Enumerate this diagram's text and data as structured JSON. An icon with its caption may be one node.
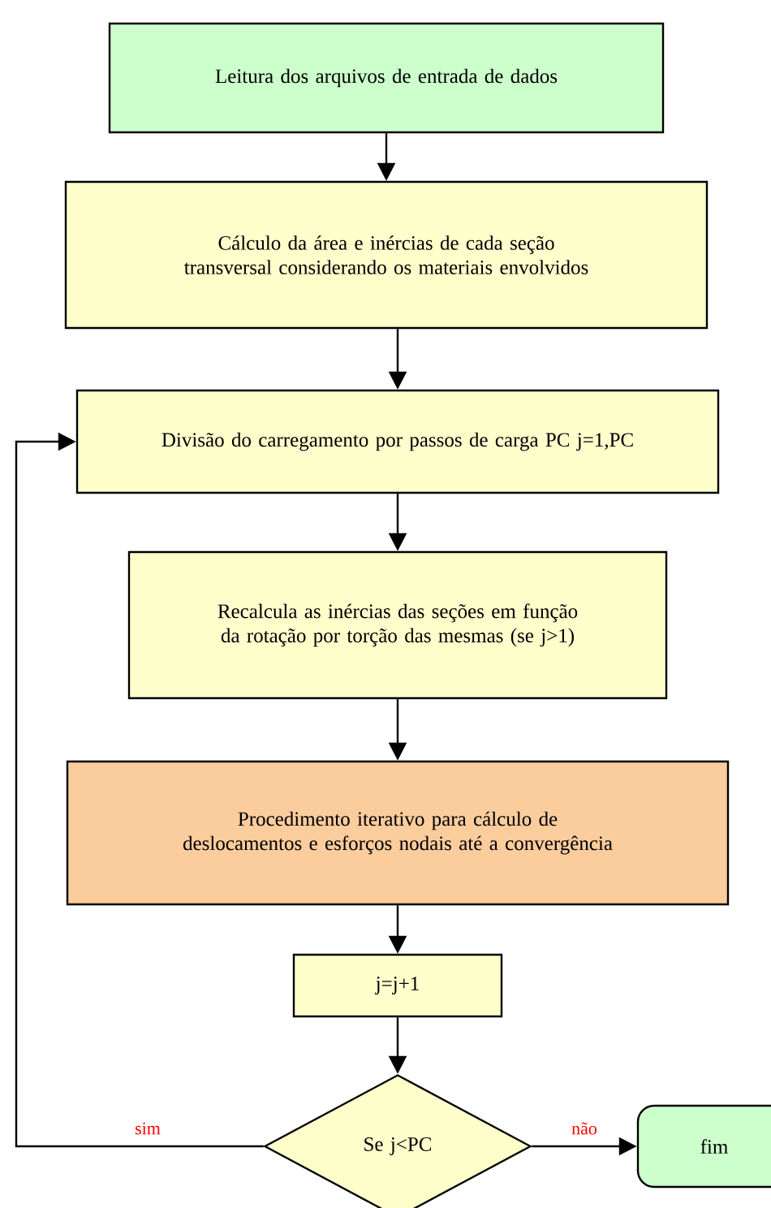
{
  "diagram": {
    "nodes": [
      {
        "text": [
          "Leitura dos arquivos de entrada de dados"
        ]
      },
      {
        "text": [
          "Cálculo da área e inércias de cada seção transversal considerando os materiais envolvidos"
        ]
      },
      {
        "text": [
          "Divisão do carregamento por passos de carga PC j=1,PC"
        ]
      },
      {
        "text": [
          "Recalcula as inércias das seções em função da rotação por torção das mesmas (se j>1)"
        ]
      },
      {
        "text": [
          "Procedimento iterativo para cálculo de deslocamentos e esforços nodais até a convergência"
        ]
      },
      {
        "text": [
          "j=j+1"
        ]
      },
      {
        "text": [
          "Se j<PC"
        ]
      },
      {
        "text": [
          "fim"
        ]
      }
    ],
    "edges": [
      {
        "from": 0,
        "to": 1,
        "arrow": "to"
      },
      {
        "from": 1,
        "to": 2,
        "arrow": "to"
      },
      {
        "from": 2,
        "to": 3,
        "arrow": "to"
      },
      {
        "from": 3,
        "to": 4,
        "arrow": "to"
      },
      {
        "from": 4,
        "to": 5,
        "arrow": "to"
      },
      {
        "from": 5,
        "to": 6,
        "arrow": "to"
      },
      {
        "from": 6,
        "to": 2,
        "label": "sim",
        "arrow": "to"
      },
      {
        "from": 6,
        "to": 7,
        "label": "não",
        "arrow": "to"
      }
    ]
  }
}
